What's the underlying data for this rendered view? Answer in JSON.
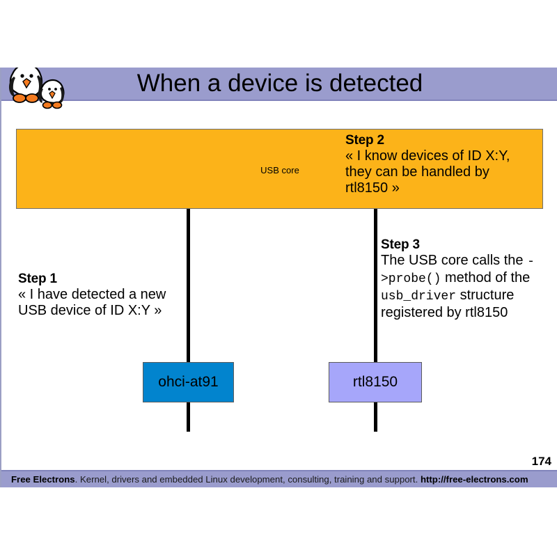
{
  "slide": {
    "title": "When a device is detected",
    "page_number": "174",
    "logo_name": "free-electrons-penguins-logo"
  },
  "diagram": {
    "usb_core": {
      "label": "USB core",
      "color": "#fcb319"
    },
    "step2": {
      "heading": "Step 2",
      "line1": "« I know devices of ID X:Y,",
      "line2": "they can be handled by",
      "line3": "rtl8150 »"
    },
    "step1": {
      "heading": "Step 1",
      "line1": "« I have detected a new",
      "line2": "USB device of ID X:Y »"
    },
    "step3": {
      "heading": "Step 3",
      "part1": "The USB core calls the ",
      "code1": "->probe()",
      "part2": " method of the ",
      "code2": "usb_driver",
      "part3": " structure registered by rtl8150"
    },
    "boxes": [
      {
        "label": "ohci-at91",
        "color": "#0284ce"
      },
      {
        "label": "rtl8150",
        "color": "#a6a6fa"
      }
    ]
  },
  "footer": {
    "brand": "Free Electrons",
    "text": ". Kernel, drivers and embedded Linux development, consulting, training and support. ",
    "url": "http://free-electrons.com"
  },
  "colors": {
    "header_band": "#9a9ccd",
    "accent_orange": "#fcb319",
    "accent_blue": "#0284ce",
    "accent_purple": "#a6a6fa"
  }
}
